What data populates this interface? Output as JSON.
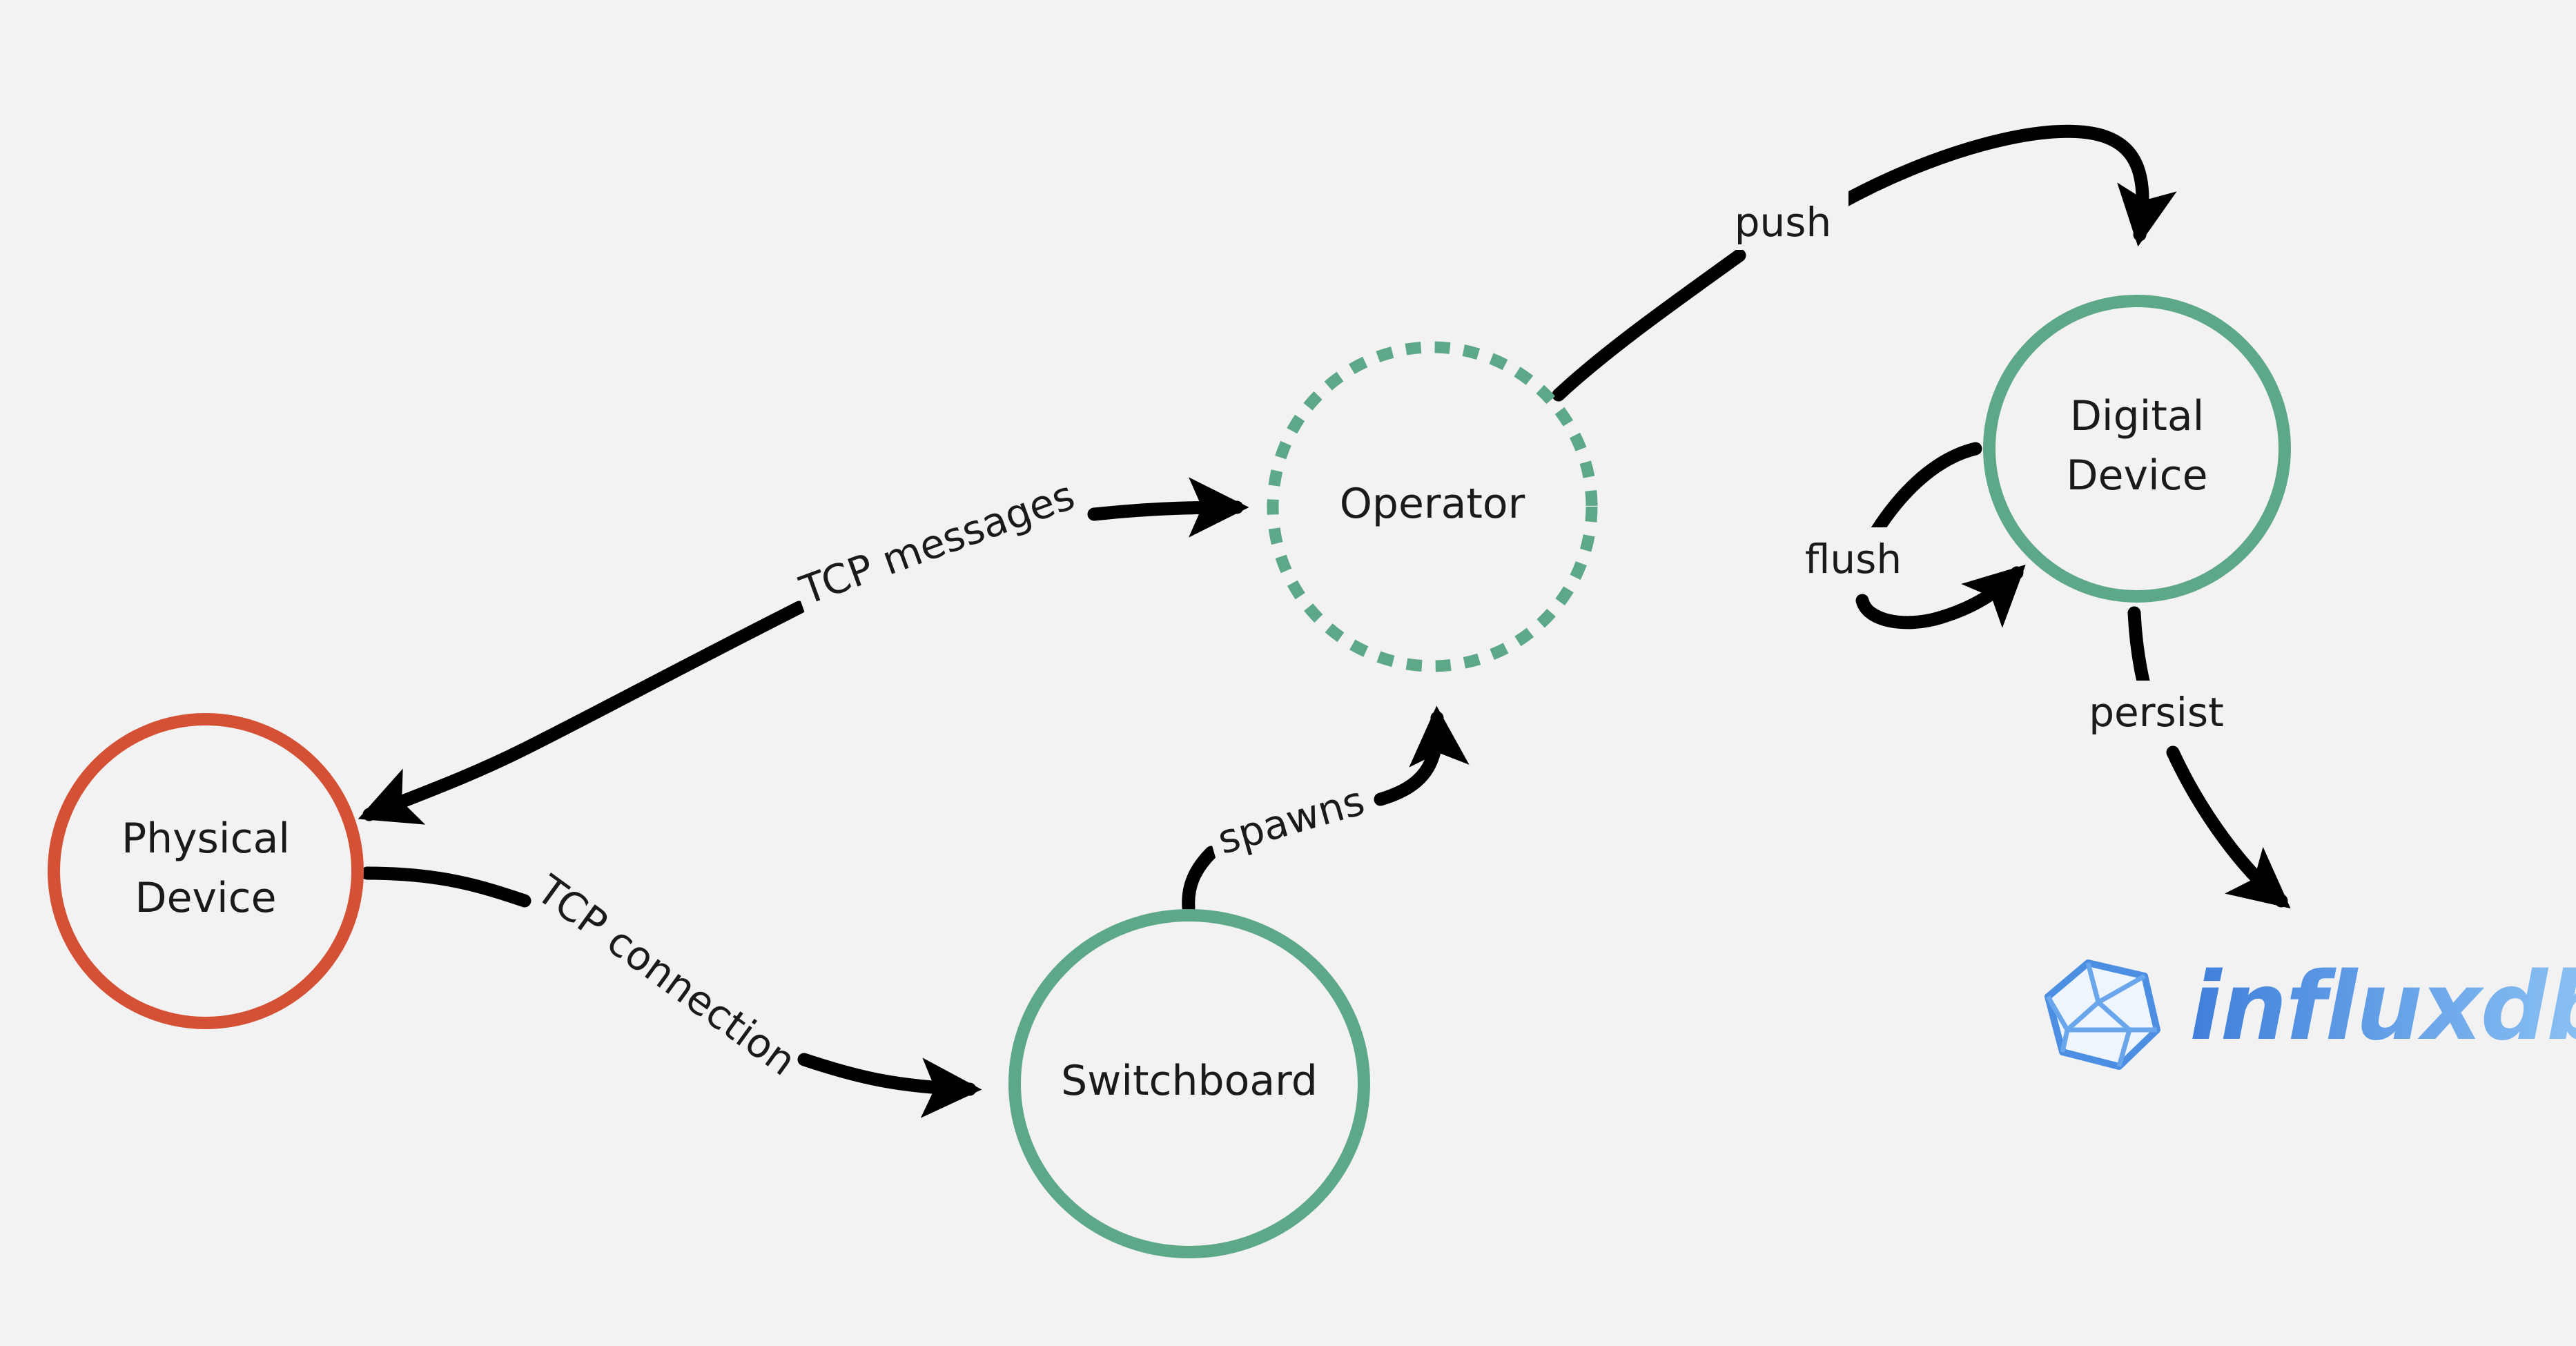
{
  "colors": {
    "background": "#f2f2f2",
    "physical_node": "#d55136",
    "service_node": "#5ea88a",
    "edge": "#000000",
    "text": "#1a1a1a",
    "logo_light": "#8fc5f5",
    "logo_dark": "#3f7fdb"
  },
  "nodes": {
    "physical_device": {
      "line1": "Physical",
      "line2": "Device"
    },
    "switchboard": {
      "label": "Switchboard"
    },
    "operator": {
      "label": "Operator"
    },
    "digital_device": {
      "line1": "Digital",
      "line2": "Device"
    }
  },
  "edges": {
    "tcp_connection": "TCP connection",
    "tcp_messages": "TCP messages",
    "spawns": "spawns",
    "push": "push",
    "flush": "flush",
    "persist": "persist"
  },
  "logo": {
    "text": "influxdb",
    "icon": "influxdb-cube-icon"
  }
}
